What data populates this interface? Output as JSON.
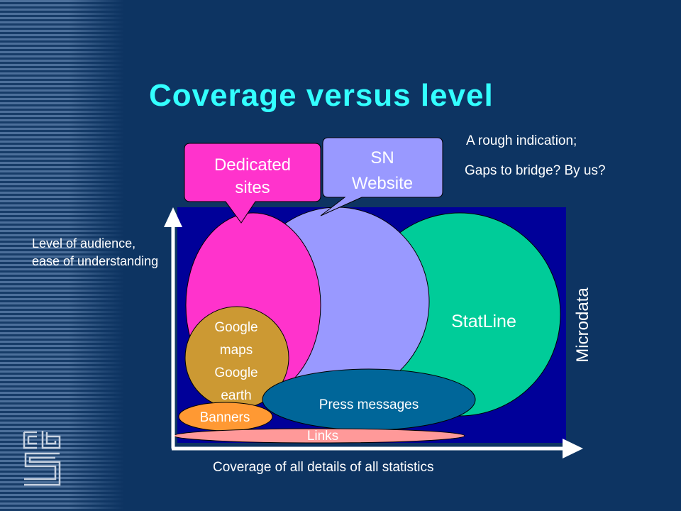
{
  "slide": {
    "title": "Coverage versus level"
  },
  "note": {
    "line1": "A rough indication;",
    "line2": "Gaps to bridge? By us?"
  },
  "axes": {
    "y_label": "Level of audience, ease of understanding",
    "x_label": "Coverage of all details of all statistics",
    "right_label": "Microdata"
  },
  "callouts": {
    "dedicated_line1": "Dedicated",
    "dedicated_line2": "sites",
    "sn_line1": "SN",
    "sn_line2": "Website"
  },
  "regions": {
    "statline": "StatLine",
    "google_line1": "Google",
    "google_line2": "maps",
    "google_line3": "Google",
    "google_line4": "earth",
    "press": "Press messages",
    "banners": "Banners",
    "links": "Links"
  },
  "colors": {
    "background": "#0d3462",
    "title": "#33ffff",
    "plot_area": "#000099",
    "statline": "#00cc99",
    "sn_website": "#9999ff",
    "dedicated_sites": "#ff33cc",
    "google": "#cc9933",
    "press_messages": "#006699",
    "banners": "#ff9933",
    "links": "#ff9999"
  },
  "icons": {
    "logo": "cbs-logo"
  }
}
